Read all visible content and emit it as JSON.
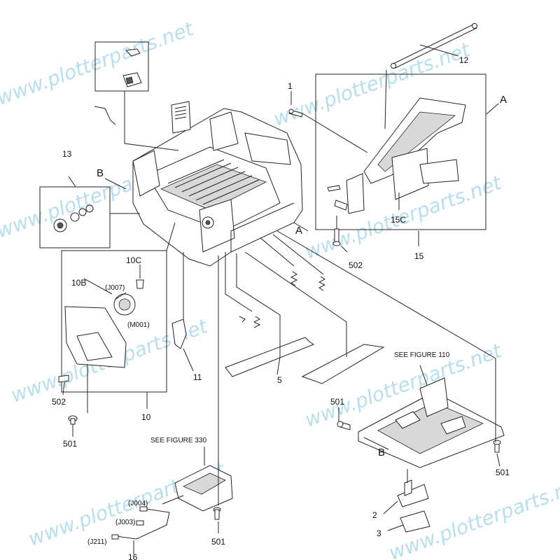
{
  "watermark": {
    "text": "www.plotterparts.net",
    "color": "#9fd3ea"
  },
  "callouts": {
    "c1": "1",
    "c2": "2",
    "c3": "3",
    "c5": "5",
    "c10": "10",
    "c10b": "10B",
    "c10c": "10C",
    "c11": "11",
    "c12": "12",
    "c13": "13",
    "c15": "15",
    "c15c": "15C",
    "c16": "16",
    "c501a": "501",
    "c501b": "501",
    "c501c": "501",
    "c501d": "501",
    "c502a": "502",
    "c502b": "502",
    "refA1": "A",
    "refA2": "A",
    "refB1": "B",
    "refB2": "B"
  },
  "connectors": {
    "j007": "(J007)",
    "m001": "(M001)",
    "j004": "(J004)",
    "j003": "(J003)",
    "j211": "(J211)"
  },
  "notes": {
    "see110": "SEE FIGURE 110",
    "see330": "SEE FIGURE 330"
  }
}
